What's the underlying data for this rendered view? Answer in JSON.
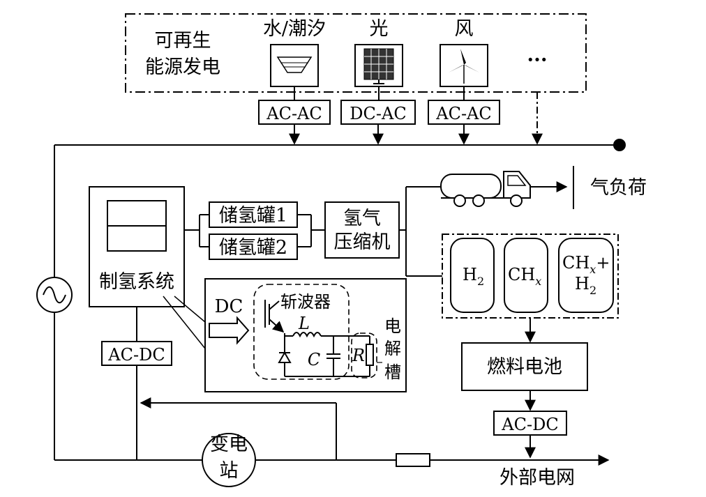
{
  "renewable": {
    "label_line1": "可再生",
    "label_line2": "能源发电",
    "sources": [
      "水/潮汐",
      "光",
      "风"
    ],
    "ellipsis": "···"
  },
  "converters": {
    "hydro": "AC-AC",
    "solar": "DC-AC",
    "wind": "AC-AC",
    "electrolyzer": "AC-DC",
    "fuel_cell": "AC-DC"
  },
  "hydrogen": {
    "production": "制氢系统",
    "tank1": "储氢罐1",
    "tank2": "储氢罐2",
    "compressor_line1": "氢气",
    "compressor_line2": "压缩机"
  },
  "chopper": {
    "dc": "DC",
    "title": "斩波器",
    "L": "L",
    "C": "C",
    "R": "R",
    "cell_1": "电",
    "cell_2": "解",
    "cell_3": "槽"
  },
  "gas_load": "气负荷",
  "gas_tanks": {
    "h2": "H",
    "h2_sub": "2",
    "chx": "CH",
    "chx_sub": "x",
    "mix_line1": "CH",
    "mix_line1_sub": "x",
    "mix_line1_plus": "+",
    "mix_line2": "H",
    "mix_line2_sub": "2"
  },
  "fuel_cell": "燃料电池",
  "substation_line1": "变电",
  "substation_line2": "站",
  "external_grid": "外部电网"
}
